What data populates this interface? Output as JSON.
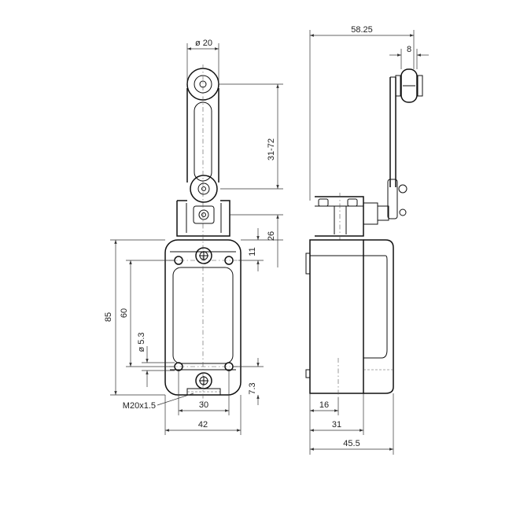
{
  "dimensions": {
    "front": {
      "roller_diameter": "ø 20",
      "arm_length": "31-72",
      "actuator_height": "26",
      "fixing_offset": "11",
      "overall_height": "85",
      "hole_spacing_vertical": "60",
      "hole_diameter": "ø 5.3",
      "bottom_offset": "7.3",
      "hole_spacing_horizontal": "30",
      "body_width": "42",
      "thread": "M20x1.5"
    },
    "side": {
      "overall_depth": "58.25",
      "roller_width": "8",
      "cable_entry_offset": "16",
      "body_depth": "31",
      "total_depth": "45.5"
    }
  }
}
